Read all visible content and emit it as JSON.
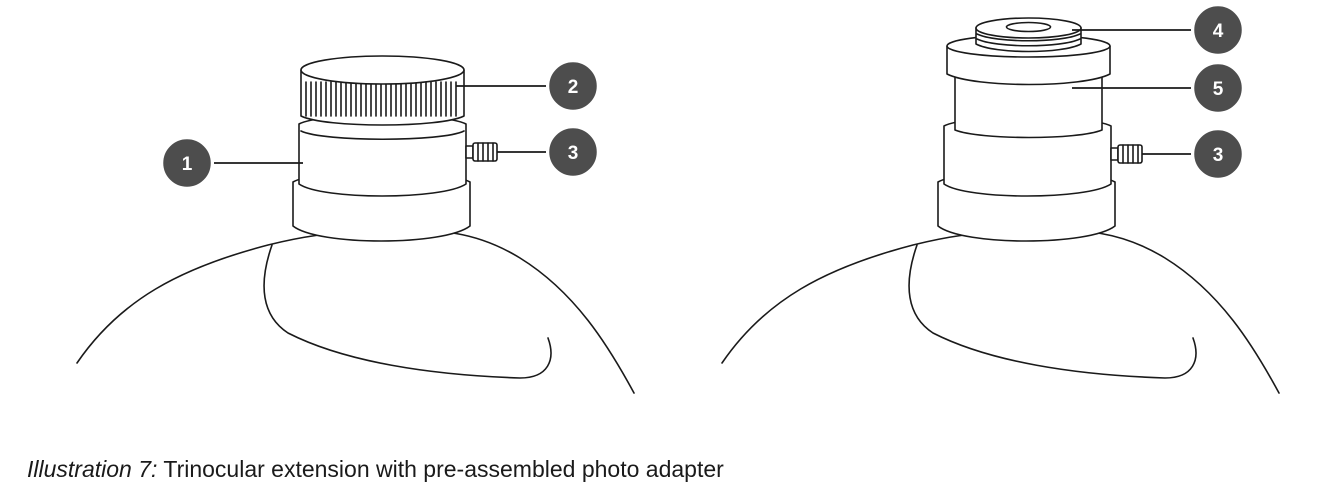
{
  "caption": {
    "prefix": "Illustration 7:",
    "text": " Trinocular extension with pre-assembled photo adapter"
  },
  "colors": {
    "line": "#1a1a1a",
    "callout_fill": "#4d4d4d",
    "callout_text": "#ffffff",
    "background": "#ffffff"
  },
  "callouts": {
    "left_1": "1",
    "left_2": "2",
    "left_3": "3",
    "right_4": "4",
    "right_5": "5",
    "right_3": "3"
  }
}
